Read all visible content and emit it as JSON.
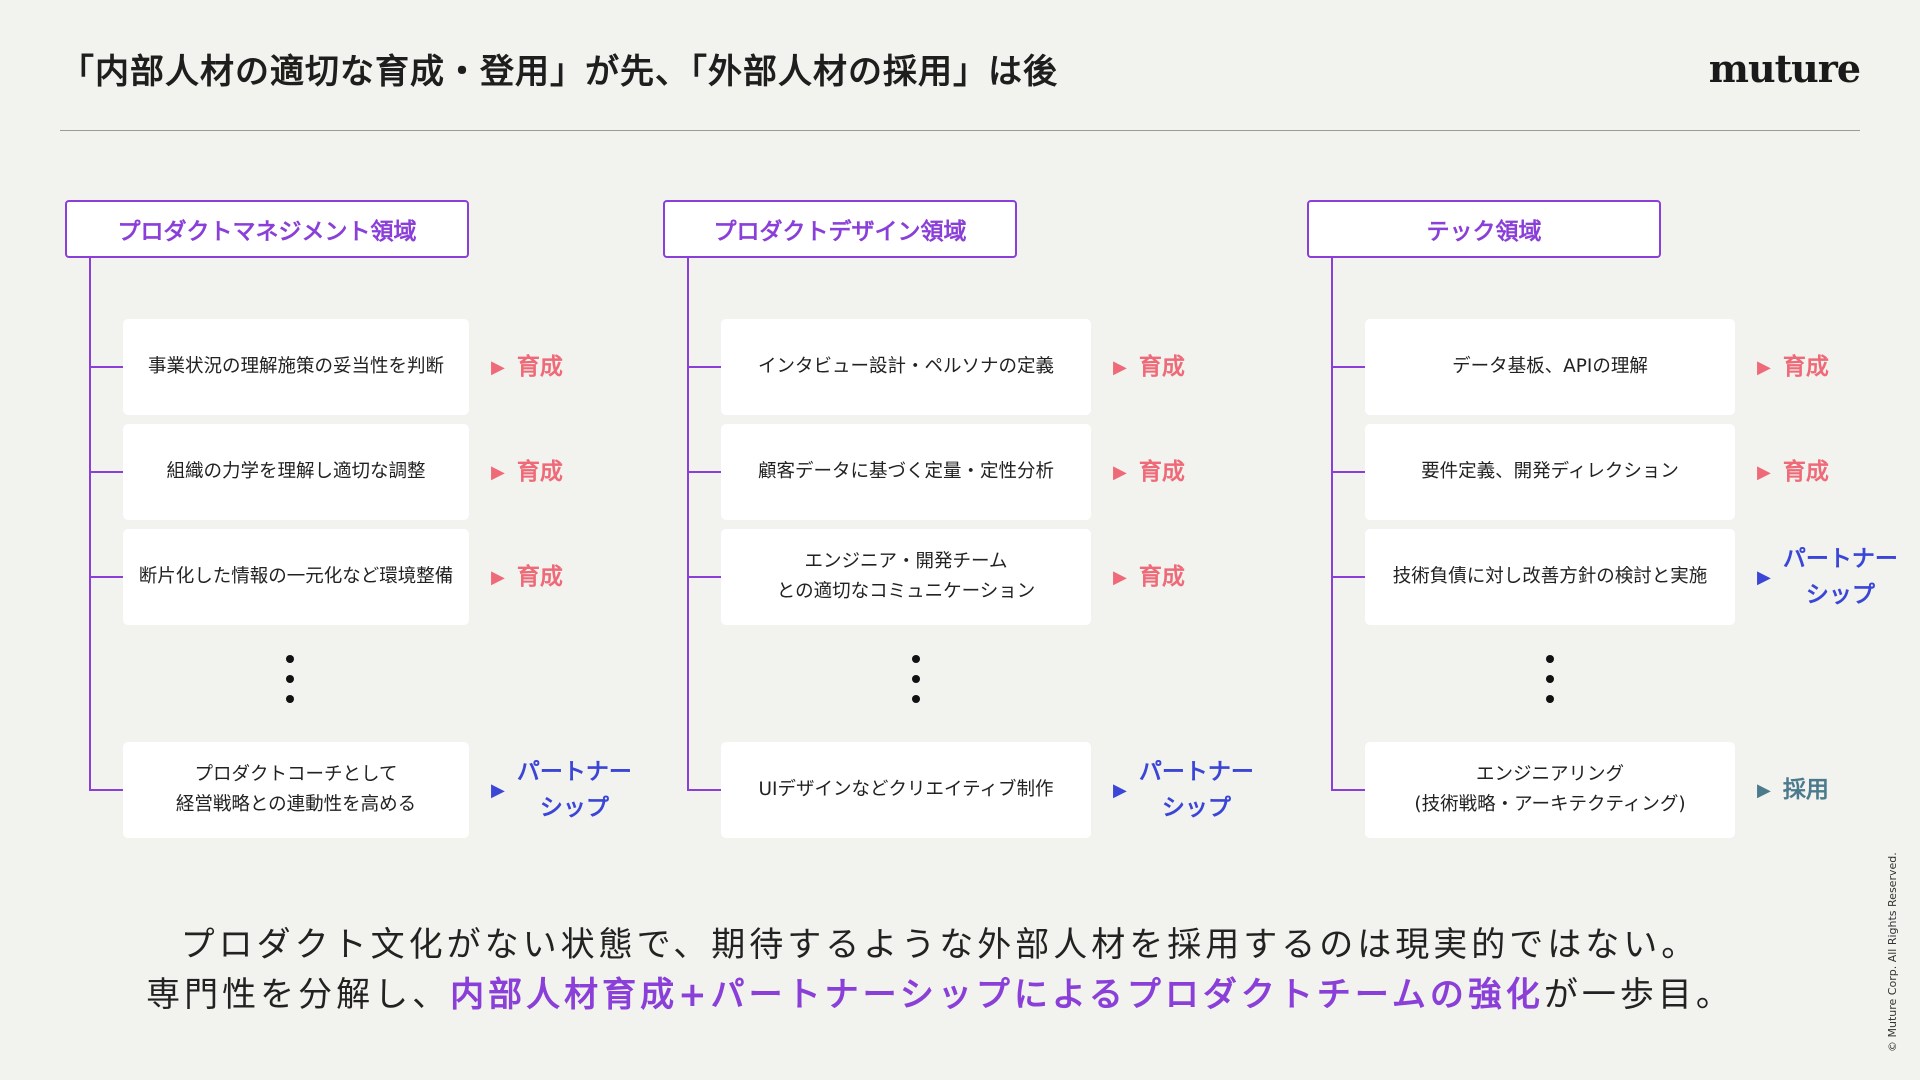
{
  "header": {
    "title": "「内部人材の適切な育成・登用」が先、「外部人材の採用」は後",
    "logo": "muture"
  },
  "columns": [
    {
      "title": "プロダクトマネジメント領域",
      "items": [
        {
          "text": "事業状況の理解施策の妥当性を判断",
          "tag": "育成"
        },
        {
          "text": "組織の力学を理解し適切な調整",
          "tag": "育成"
        },
        {
          "text": "断片化した情報の一元化など環境整備",
          "tag": "育成"
        },
        {
          "text": "プロダクトコーチとして\n経営戦略との連動性を高める",
          "tag": "パートナー\nシップ"
        }
      ]
    },
    {
      "title": "プロダクトデザイン領域",
      "items": [
        {
          "text": "インタビュー設計・ペルソナの定義",
          "tag": "育成"
        },
        {
          "text": "顧客データに基づく定量・定性分析",
          "tag": "育成"
        },
        {
          "text": "エンジニア・開発チーム\nとの適切なコミュニケーション",
          "tag": "育成"
        },
        {
          "text": "UIデザインなどクリエイティブ制作",
          "tag": "パートナー\nシップ"
        }
      ]
    },
    {
      "title": "テック領域",
      "items": [
        {
          "text": "データ基板、APIの理解",
          "tag": "育成"
        },
        {
          "text": "要件定義、開発ディレクション",
          "tag": "育成"
        },
        {
          "text": "技術負債に対し改善方針の検討と実施",
          "tag": "パートナー\nシップ"
        },
        {
          "text": "エンジニアリング\n(技術戦略・アーキテクティング)",
          "tag": "採用"
        }
      ]
    }
  ],
  "conclusion": {
    "line1": "プロダクト文化がない状態で、期待するような外部人材を採用するのは現実的ではない。",
    "line2_pre": "専門性を分解し、",
    "line2_highlight": "内部人材育成+パートナーシップによるプロダクトチームの強化",
    "line2_post": "が一歩目。"
  },
  "copyright": "© Muture Corp. All Rights Reserved.",
  "icons": {
    "tag_arrow": "▶"
  },
  "colors": {
    "accent": "#8a3fd8",
    "ikusei": "#ef6a78",
    "partnership": "#3b46d6",
    "saiyo": "#4a7a8c",
    "background": "#f2f2ee"
  }
}
